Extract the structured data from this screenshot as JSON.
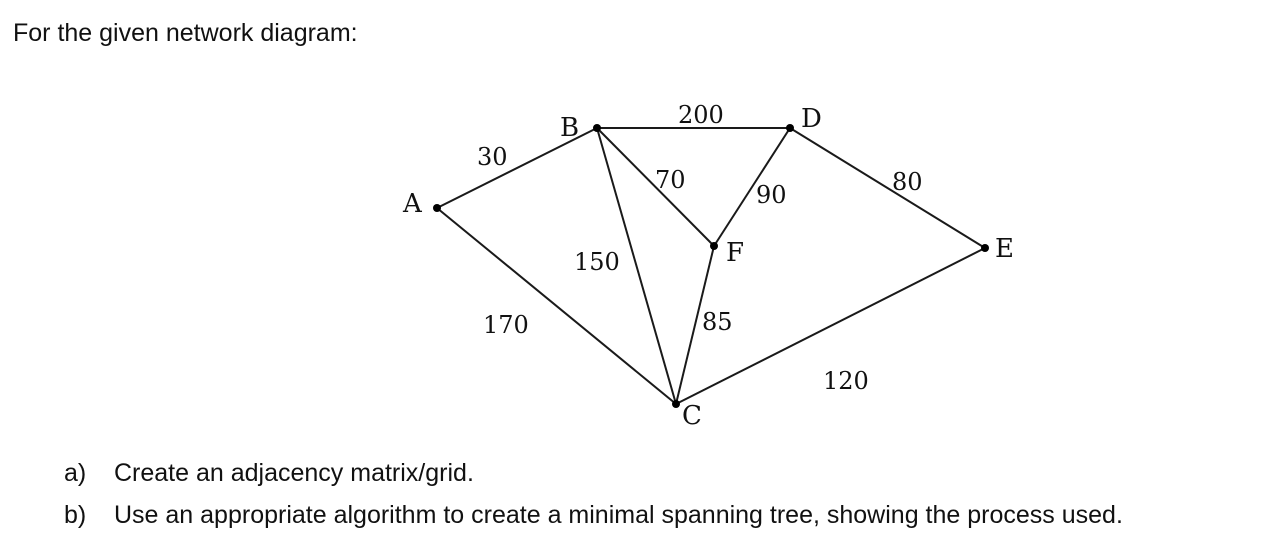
{
  "heading": "For the given network diagram:",
  "graph": {
    "nodes": [
      {
        "id": "A",
        "label": "A"
      },
      {
        "id": "B",
        "label": "B"
      },
      {
        "id": "C",
        "label": "C"
      },
      {
        "id": "D",
        "label": "D"
      },
      {
        "id": "E",
        "label": "E"
      },
      {
        "id": "F",
        "label": "F"
      }
    ],
    "edges": [
      {
        "from": "A",
        "to": "B",
        "weight": "30"
      },
      {
        "from": "A",
        "to": "C",
        "weight": "170"
      },
      {
        "from": "B",
        "to": "D",
        "weight": "200"
      },
      {
        "from": "B",
        "to": "F",
        "weight": "70"
      },
      {
        "from": "B",
        "to": "C",
        "weight": "150"
      },
      {
        "from": "D",
        "to": "F",
        "weight": "90"
      },
      {
        "from": "D",
        "to": "E",
        "weight": "80"
      },
      {
        "from": "F",
        "to": "C",
        "weight": "85"
      },
      {
        "from": "C",
        "to": "E",
        "weight": "120"
      }
    ]
  },
  "questions": [
    {
      "letter": "a)",
      "text": "Create an adjacency matrix/grid."
    },
    {
      "letter": "b)",
      "text": "Use an appropriate algorithm to create a minimal spanning tree, showing the process used."
    }
  ]
}
